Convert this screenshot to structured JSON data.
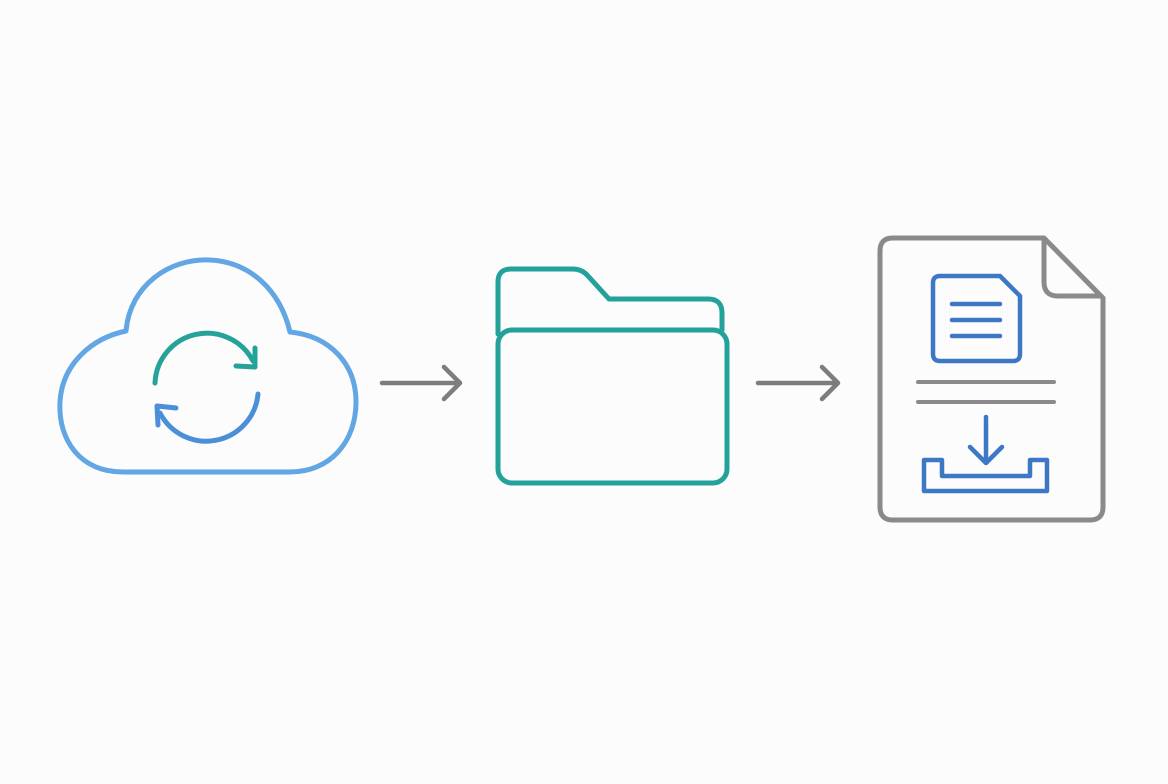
{
  "diagram": {
    "nodes": [
      {
        "icon": "cloud-sync-icon",
        "color": "#62a6e3"
      },
      {
        "icon": "folder-icon",
        "color": "#23a19a"
      },
      {
        "icon": "document-download-icon",
        "color": "#8a8a8a"
      }
    ],
    "connectors": [
      {
        "icon": "arrow-right-icon",
        "from": 0,
        "to": 1,
        "color": "#7d7d7d"
      },
      {
        "icon": "arrow-right-icon",
        "from": 1,
        "to": 2,
        "color": "#7d7d7d"
      }
    ],
    "accents": {
      "sync_teal": "#25a39a",
      "sync_blue": "#4a8fd8",
      "doc_blue": "#3c78c3"
    }
  }
}
